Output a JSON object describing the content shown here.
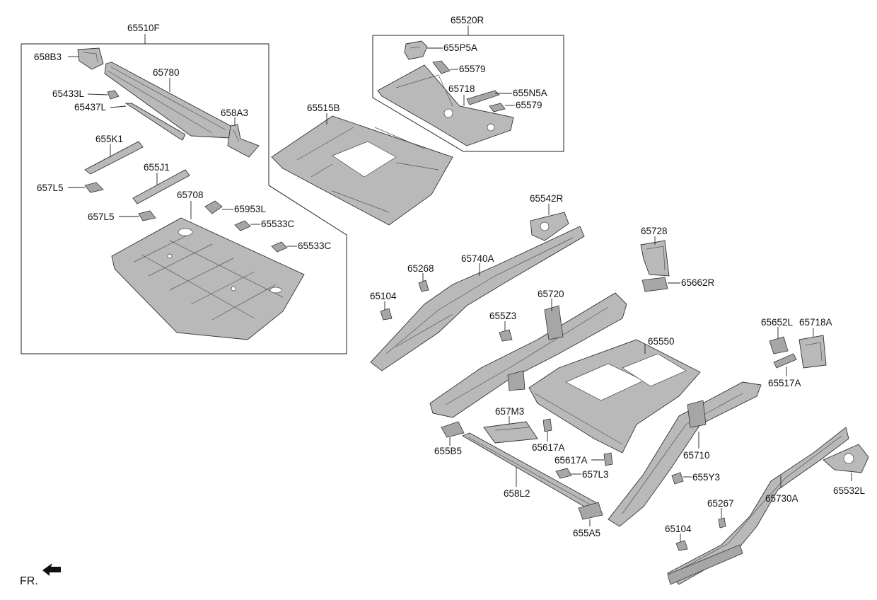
{
  "diagram": {
    "front_indicator": "FR.",
    "groups": {
      "g65510F": "65510F",
      "g65520R": "65520R"
    },
    "labels": {
      "p658B3": "658B3",
      "p65780": "65780",
      "p65433L": "65433L",
      "p65437L": "65437L",
      "p658A3": "658A3",
      "p655K1": "655K1",
      "p655J1": "655J1",
      "p657L5a": "657L5",
      "p657L5b": "657L5",
      "p65708": "65708",
      "p65953L": "65953L",
      "p65533Ca": "65533C",
      "p65533Cb": "65533C",
      "p65515B": "65515B",
      "p655P5A": "655P5A",
      "p65579a": "65579",
      "p65718": "65718",
      "p655N5A": "655N5A",
      "p65579b": "65579",
      "p65542R": "65542R",
      "p65728": "65728",
      "p65662R": "65662R",
      "p65268": "65268",
      "p65740A": "65740A",
      "p65104a": "65104",
      "p65720": "65720",
      "p655Z3": "655Z3",
      "p65550": "65550",
      "p65652L": "65652L",
      "p65718A": "65718A",
      "p65517A": "65517A",
      "p657M3": "657M3",
      "p655B5": "655B5",
      "p65617Aa": "65617A",
      "p65617Ab": "65617A",
      "p657L3": "657L3",
      "p65710": "65710",
      "p655Y3": "655Y3",
      "p658L2": "658L2",
      "p655A5": "655A5",
      "p65267": "65267",
      "p65730A": "65730A",
      "p65532L": "65532L",
      "p65104b": "65104"
    }
  }
}
